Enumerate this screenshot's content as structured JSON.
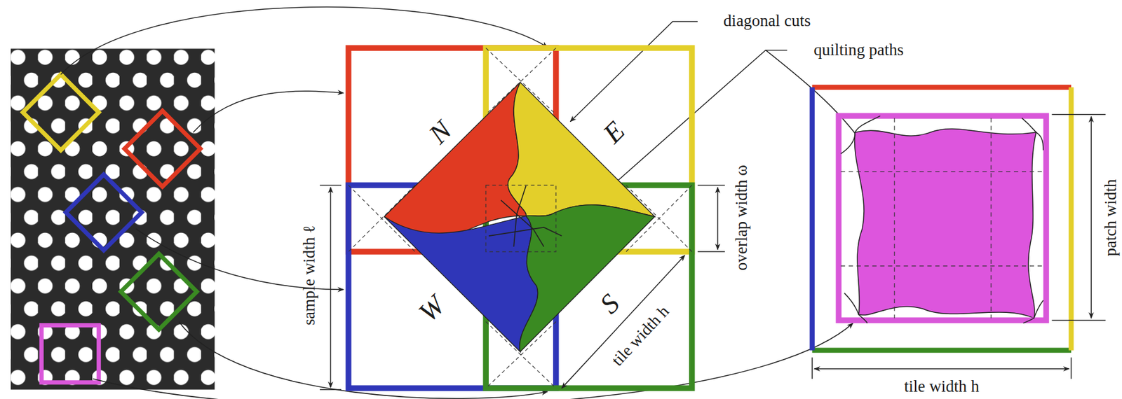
{
  "diagram": {
    "labels": [
      "diagonal cuts",
      "quilting paths",
      "N",
      "E",
      "W",
      "S",
      "sample width ℓ",
      "overlap width ω",
      "tile width h",
      "patch width",
      "tile width h"
    ]
  }
}
